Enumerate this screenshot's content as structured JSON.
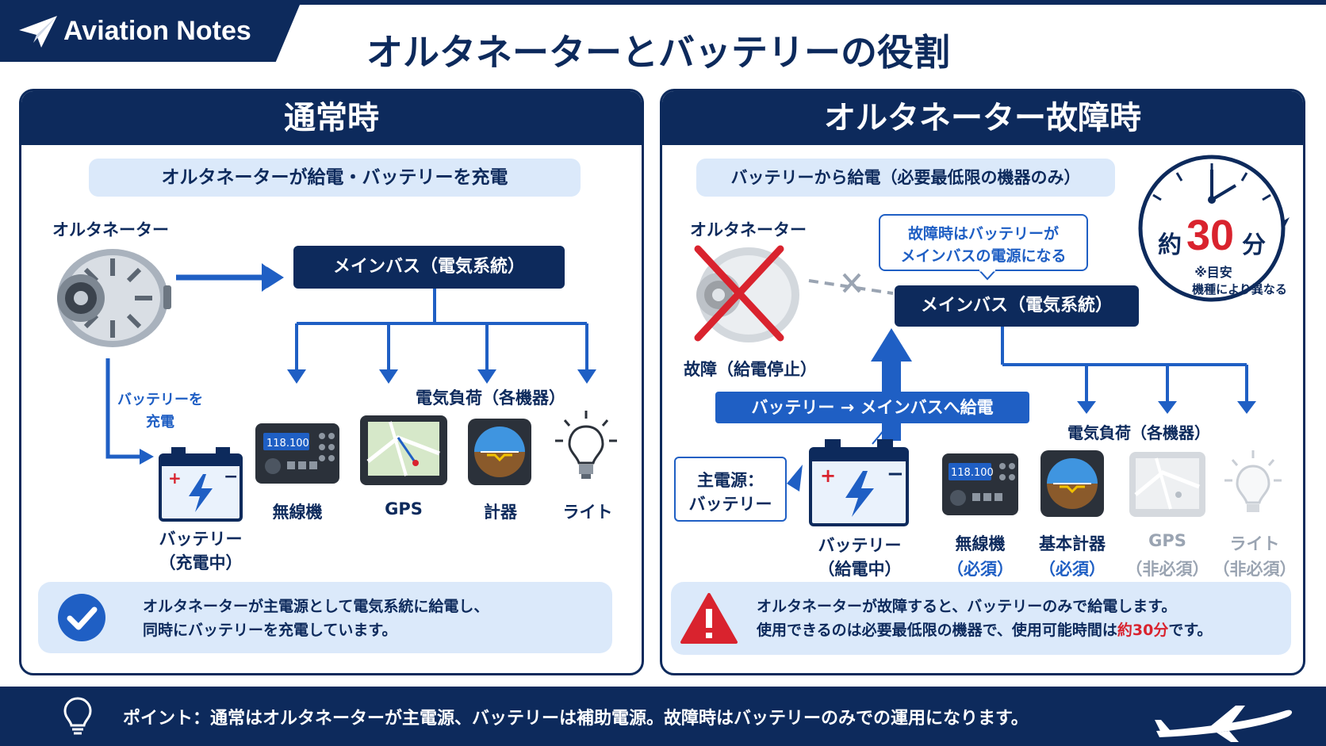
{
  "header": {
    "brand": "Aviation Notes",
    "title": "オルタネーターとバッテリーの役割"
  },
  "left": {
    "heading": "通常時",
    "subtitle": "オルタネーターが給電・バッテリーを充電",
    "alternator_label": "オルタネーター",
    "bus_label": "メインバス（電気系統）",
    "charge_label_1": "バッテリーを",
    "charge_label_2": "充電",
    "load_label": "電気負荷（各機器）",
    "battery_label_1": "バッテリー",
    "battery_label_2": "（充電中）",
    "radio_display": "118.100",
    "devices": [
      "無線機",
      "GPS",
      "計器",
      "ライト"
    ],
    "note_line_1": "オルタネーターが主電源として電気系統に給電し、",
    "note_line_2": "同時にバッテリーを充電しています。"
  },
  "right": {
    "heading": "オルタネーター故障時",
    "subtitle": "バッテリーから給電（必要最低限の機器のみ）",
    "alternator_label": "オルタネーター",
    "fault_label": "故障（給電停止）",
    "callout_line_1": "故障時はバッテリーが",
    "callout_line_2": "メインバスの電源になる",
    "bus_label": "メインバス（電気系統）",
    "feed_label": "バッテリー → メインバスへ給電",
    "main_source_1": "主電源：",
    "main_source_2": "バッテリー",
    "battery_label_1": "バッテリー",
    "battery_label_2": "（給電中）",
    "load_label": "電気負荷（各機器）",
    "radio_display": "118.100",
    "devices": [
      {
        "name": "無線機",
        "status": "（必須）"
      },
      {
        "name": "基本計器",
        "status": "（必須）"
      },
      {
        "name": "GPS",
        "status": "（非必須）"
      },
      {
        "name": "ライト",
        "status": "（非必須）"
      }
    ],
    "clock_prefix": "約",
    "clock_value": "30",
    "clock_unit": "分",
    "clock_note_1": "※目安",
    "clock_note_2": "機種により異なる",
    "note_line_1": "オルタネーターが故障すると、バッテリーのみで給電します。",
    "note_line_2a": "使用できるのは必要最低限の機器で、使用可能時間は",
    "note_line_2b": "約30分",
    "note_line_2c": "です。"
  },
  "footer": {
    "tip": "ポイント：通常はオルタネーターが主電源、バッテリーは補助電源。故障時はバッテリーのみでの運用になります。"
  },
  "colors": {
    "navy": "#0d2a5c",
    "accent_blue": "#1f5fc4",
    "light_blue": "#dbe9fa",
    "warning_red": "#d9232e",
    "disabled_gray": "#9aa4b2"
  }
}
